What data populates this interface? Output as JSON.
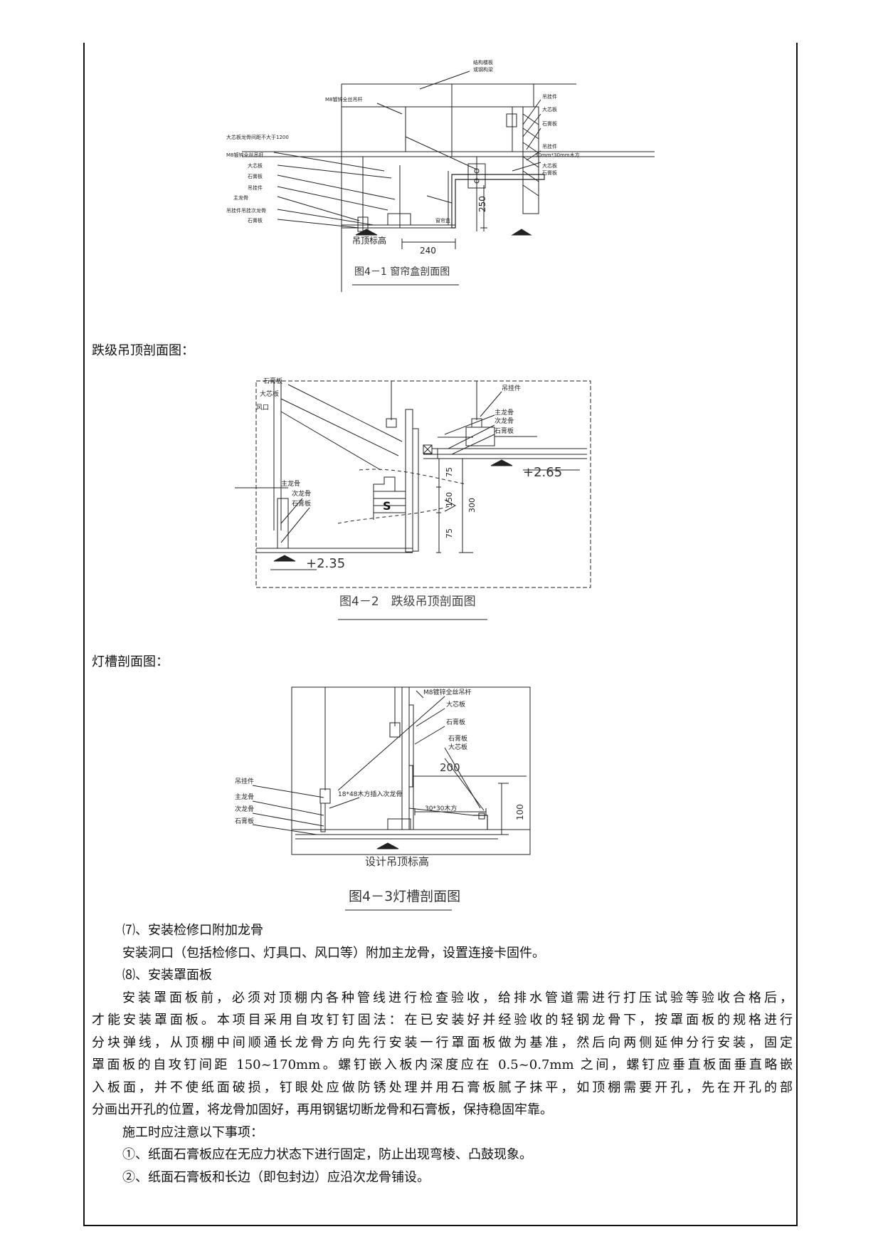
{
  "fig1": {
    "caption": "图4－1 窗帘盒剖面图",
    "labels": {
      "struct": "结构楼板",
      "struct2": "或钢构梁",
      "rod1": "M8镀锌全丝吊杆",
      "hanger_r": "吊挂件",
      "core_r": "大芯板",
      "gyp_r": "石膏板",
      "hanger_r2": "吊挂件",
      "wood": "30mm*30mm木方",
      "core_r2": "大芯板",
      "gyp_r2": "石膏板",
      "spacing": "大芯板龙骨间距不大于1200",
      "rod2": "M8镀锌全丝吊杆",
      "core_l": "大芯板",
      "gyp_l": "石膏板",
      "hanger_l": "吊挂件",
      "main_l": "主龙骨",
      "sec_l": "吊挂件吊挂次龙骨",
      "gyp_l2": "石膏板",
      "box": "窗帘盒",
      "elev": "吊顶标高",
      "dim_h": "250",
      "dim_w": "240"
    }
  },
  "heading2": "跌级吊顶剖面图：",
  "fig2": {
    "caption": "图4－2　跌级吊顶剖面图",
    "labels": {
      "gyp": "石膏板",
      "core": "大芯板",
      "vent": "风口",
      "hanger": "吊挂件",
      "main_r": "主龙骨",
      "sec_r": "次龙骨",
      "gyp_r": "石膏板",
      "main_l": "主龙骨",
      "sec_l": "次龙骨",
      "gyp_l": "石膏板",
      "elev_hi": "+2.65",
      "elev_lo": "+2.35",
      "s": "S",
      "d75a": "75",
      "d150": "150",
      "d300": "300",
      "d75b": "75"
    }
  },
  "heading3": "灯槽剖面图：",
  "fig3": {
    "caption": "图4－3灯槽剖面图",
    "labels": {
      "rod": "M8镀锌全丝吊杆",
      "core": "大芯板",
      "gyp": "石膏板",
      "gyp2": "石膏板",
      "core2": "大芯板",
      "d200": "200",
      "wood30": "30*30木方",
      "wood18": "18*48木方插入次龙骨",
      "hanger": "吊挂件",
      "main": "主龙骨",
      "sec": "次龙骨",
      "gyp_l": "石膏板",
      "d100": "100",
      "elev": "设计吊顶标高"
    }
  },
  "text": {
    "p1": "⑺、安装检修口附加龙骨",
    "p2": "安装洞口（包括检修口、灯具口、风口等）附加主龙骨，设置连接卡固件。",
    "p3": "⑻、安装罩面板",
    "p4_l1": "安装罩面板前，必须对顶棚内各种管线进行检查验收，给排水管道需进行打压试验等验收合格后，",
    "p4_l2": "才能安装罩面板。本项目采用自攻钉钉固法：在已安装好并经验收的轻钢龙骨下，按罩面板的规格进行",
    "p4_l3": "分块弹线，从顶棚中间顺通长龙骨方向先行安装一行罩面板做为基准，然后向两侧延伸分行安装，固定",
    "p4_l4": "罩面板的自攻钉间距 150~170mm。螺钉嵌入板内深度应在 0.5~0.7mm 之间，螺钉应垂直板面垂直略嵌",
    "p4_l5": "入板面，并不使纸面破损，钉眼处应做防锈处理并用石膏板腻子抹平，如顶棚需要开孔，先在开孔的部",
    "p4_l6": "分画出开孔的位置，将龙骨加固好，再用钢锯切断龙骨和石膏板，保持稳固牢靠。",
    "p5": "施工时应注意以下事项：",
    "p6": "①、纸面石膏板应在无应力状态下进行固定，防止出现弯棱、凸鼓现象。",
    "p7": "②、纸面石膏板和长边（即包封边）应沿次龙骨铺设。"
  }
}
